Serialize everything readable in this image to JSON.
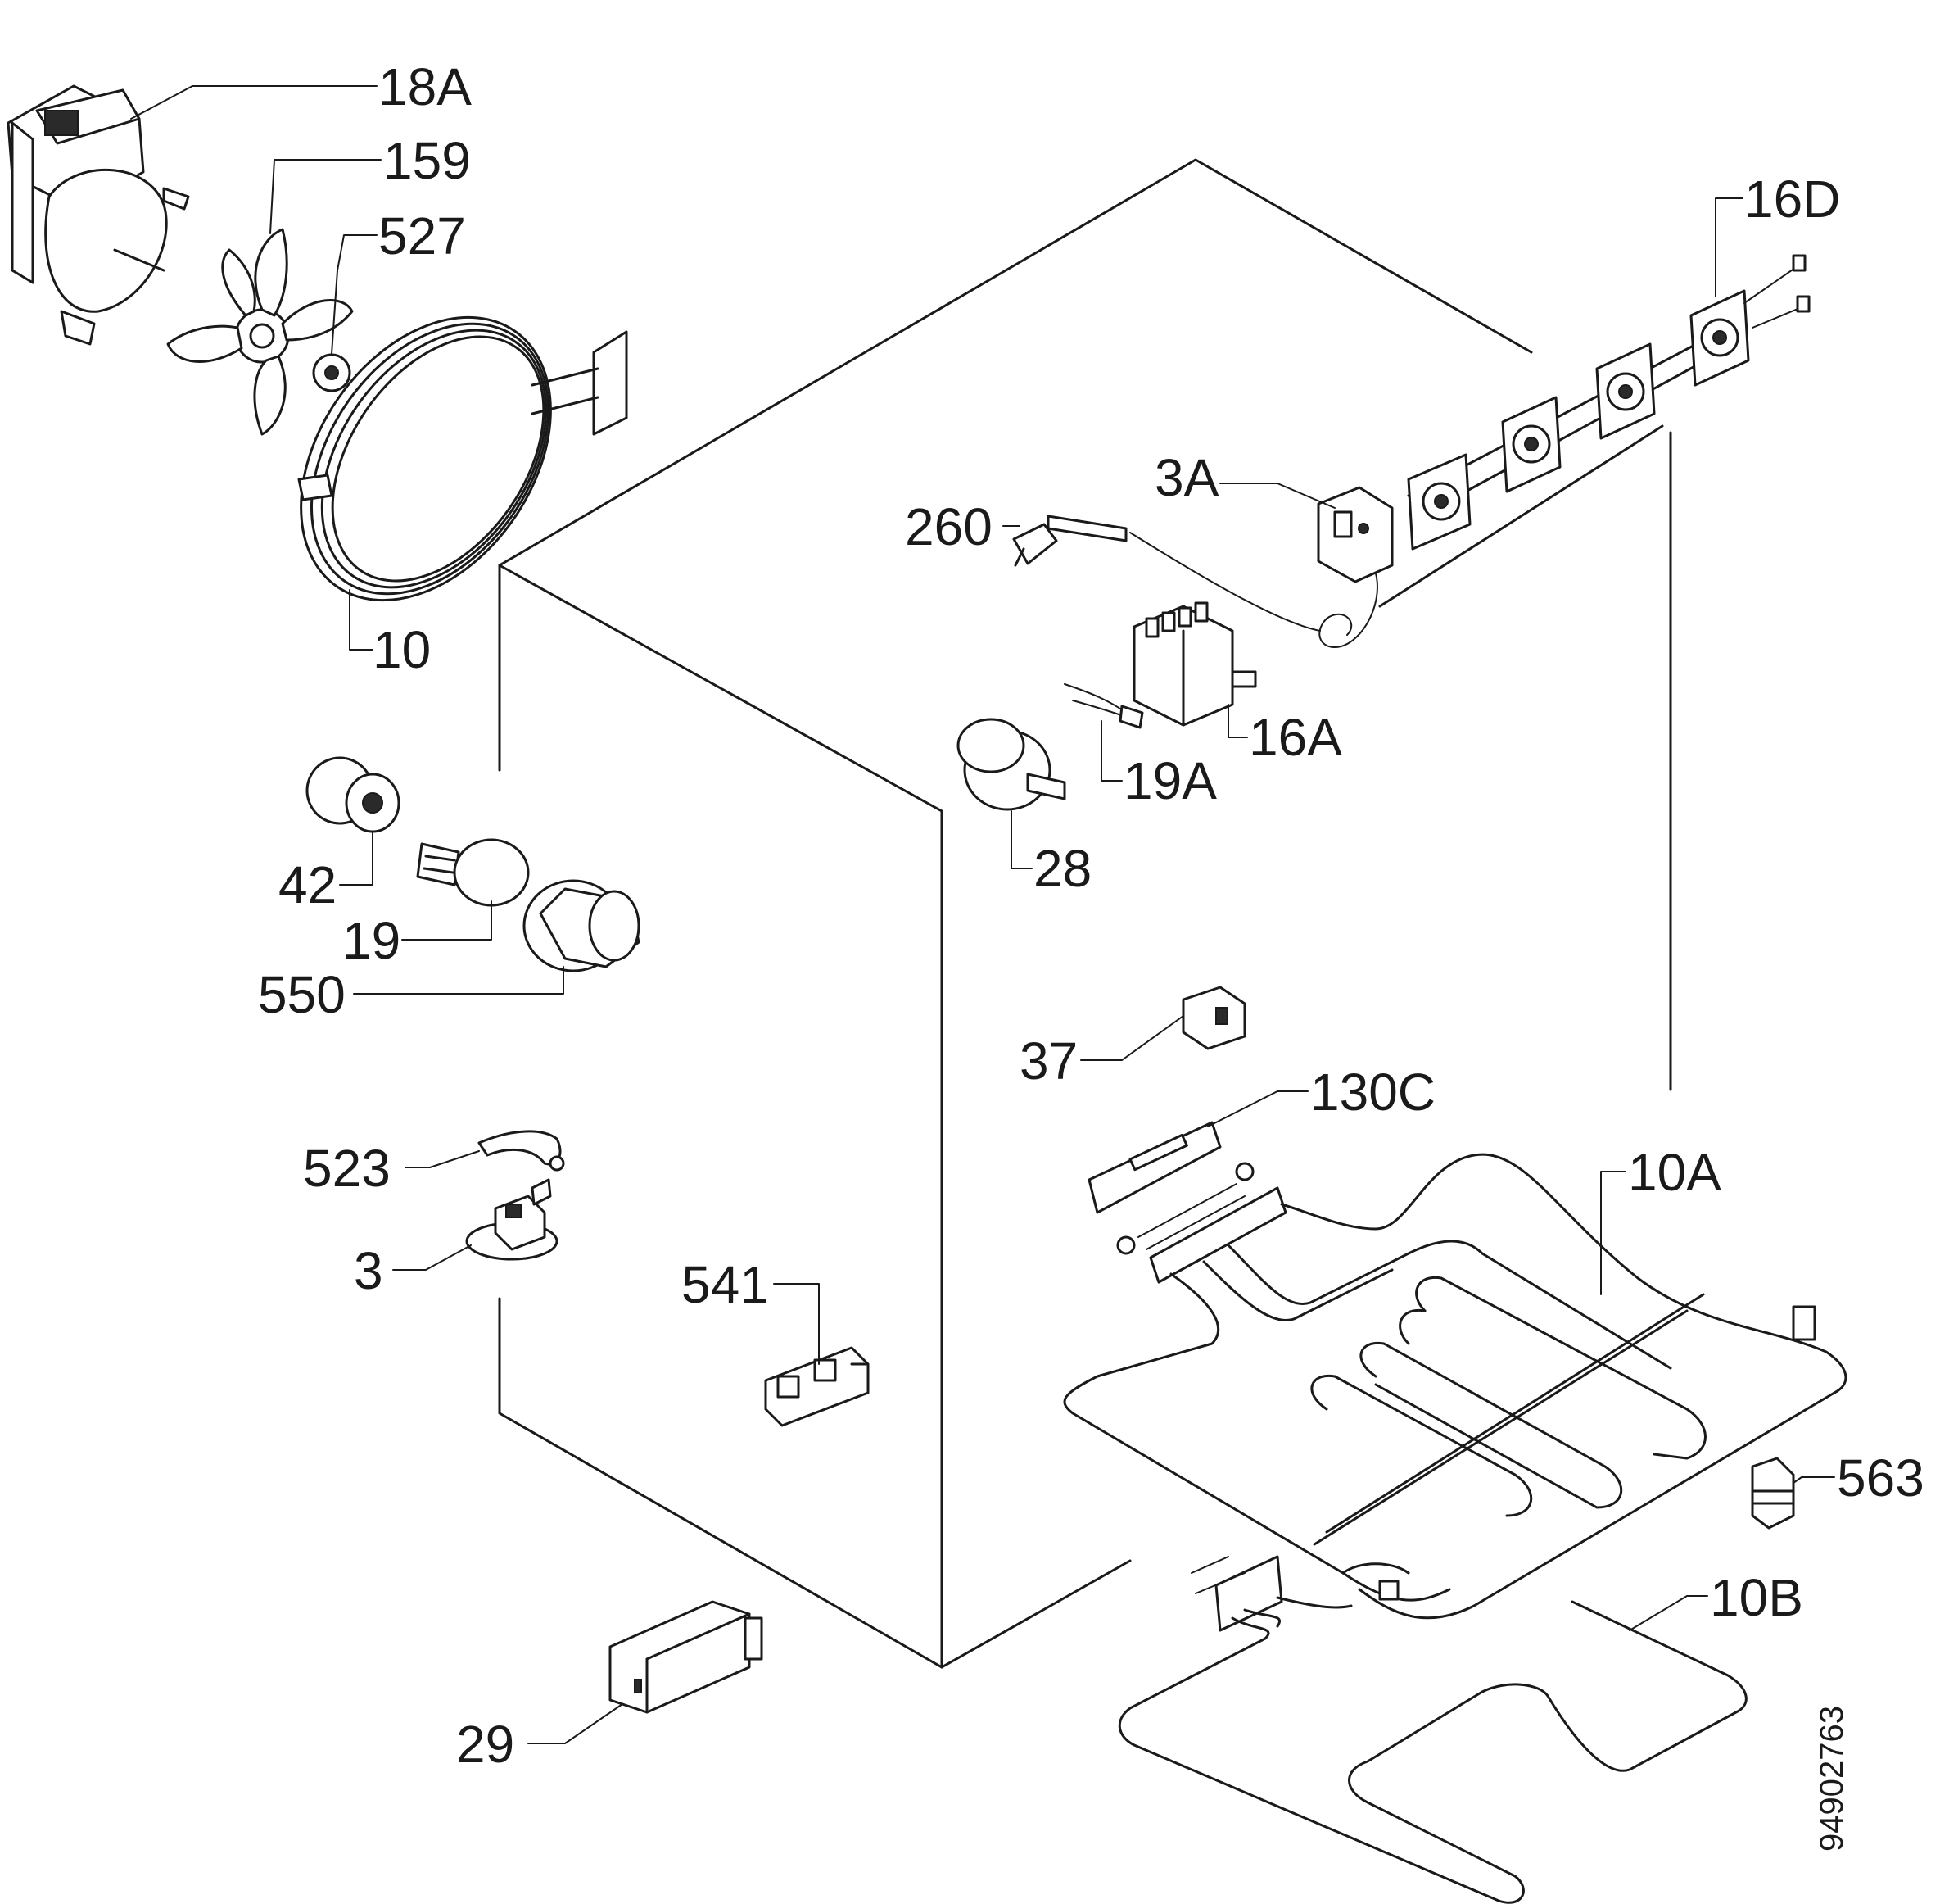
{
  "diagram": {
    "labels": {
      "l18a": "18A",
      "l159": "159",
      "l527": "527",
      "l10": "10",
      "l16d": "16D",
      "l3a": "3A",
      "l260": "260",
      "l16a": "16A",
      "l19a": "19A",
      "l28": "28",
      "l42": "42",
      "l19": "19",
      "l550": "550",
      "l37": "37",
      "l130c": "130C",
      "l10a": "10A",
      "l523": "523",
      "l3": "3",
      "l541": "541",
      "l563": "563",
      "l10b": "10B",
      "l29": "29"
    },
    "reference_code": "94902763"
  }
}
